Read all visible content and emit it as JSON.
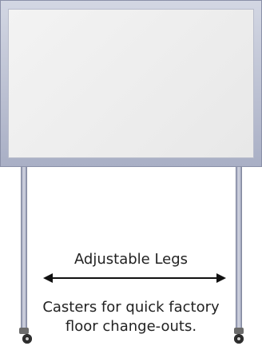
{
  "labels": {
    "legs": "Adjustable Legs",
    "casters_line1": "Casters for quick factory",
    "casters_line2": "floor change-outs."
  }
}
